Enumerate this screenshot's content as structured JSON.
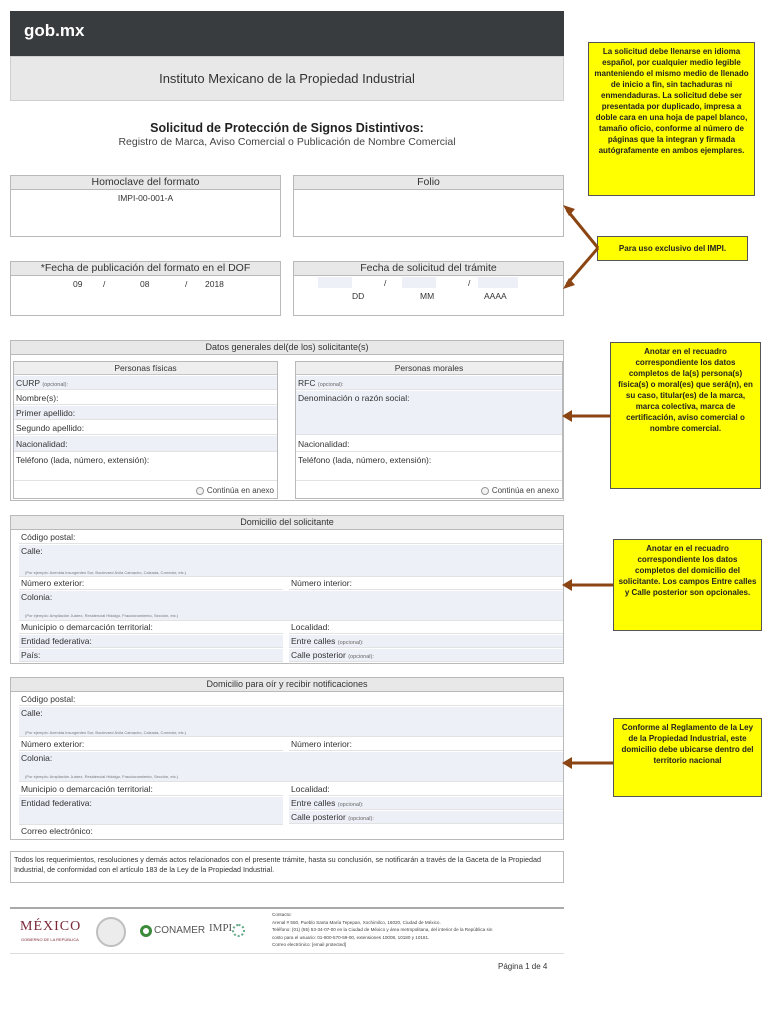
{
  "header": {
    "logo": "gob.mx",
    "institute": "Instituto Mexicano de la Propiedad Industrial"
  },
  "document": {
    "title": "Solicitud de Protección de Signos Distintivos:",
    "subtitle": "Registro de Marca, Aviso Comercial o Publicación de Nombre Comercial"
  },
  "boxes": {
    "homoclave": {
      "label": "Homoclave del formato",
      "value": "IMPI-00-001-A"
    },
    "folio": {
      "label": "Folio"
    },
    "fecha_dof": {
      "label": "*Fecha de publicación del formato en el DOF",
      "day": "09",
      "month": "08",
      "year": "2018",
      "sep": "/"
    },
    "fecha_solicitud": {
      "label": "Fecha de solicitud del trámite",
      "dd": "DD",
      "mm": "MM",
      "aaaa": "AAAA",
      "sep": "/"
    }
  },
  "datos_generales": {
    "title": "Datos generales del(de los) solicitante(s)",
    "fisicas": {
      "title": "Personas físicas",
      "curp": "CURP",
      "curp_opt": "(opcional):",
      "nombre": "Nombre(s):",
      "primer_apellido": "Primer apellido:",
      "segundo_apellido": "Segundo apellido:",
      "nacionalidad": "Nacionalidad:",
      "telefono": "Teléfono (lada, número, extensión):",
      "annex": "Continúa en anexo"
    },
    "morales": {
      "title": "Personas morales",
      "rfc": "RFC",
      "rfc_opt": "(opcional):",
      "denominacion": "Denominación o razón social:",
      "nacionalidad": "Nacionalidad:",
      "telefono": "Teléfono (lada, número, extensión):",
      "annex": "Continúa en anexo"
    }
  },
  "domicilio": {
    "title": "Domicilio del solicitante",
    "codigo_postal": "Código postal:",
    "calle": "Calle:",
    "calle_example": "(Por ejemplo: Avenida Insurgentes Sur, Boulevard Ávila Camacho, Calzada, Corredor, etc.)",
    "num_ext": "Número exterior:",
    "num_int": "Número interior:",
    "colonia": "Colonia:",
    "colonia_example": "(Por ejemplo: Ampliación Juárez, Residencial Hidalgo, Fraccionamiento, Sección, etc.)",
    "municipio": "Municipio o demarcación territorial:",
    "localidad": "Localidad:",
    "entidad": "Entidad federativa:",
    "entre_calles": "Entre calles",
    "entre_opt": "(opcional):",
    "pais": "País:",
    "calle_posterior": "Calle posterior",
    "posterior_opt": "(opcional):"
  },
  "notificaciones": {
    "title": "Domicilio para oír y recibir notificaciones",
    "codigo_postal": "Código postal:",
    "calle": "Calle:",
    "calle_example": "(Por ejemplo: Avenida Insurgentes Sur, Boulevard Ávila Camacho, Calzada, Corredor, etc.)",
    "num_ext": "Número exterior:",
    "num_int": "Número interior:",
    "colonia": "Colonia:",
    "colonia_example": "(Por ejemplo: Ampliación Juárez, Residencial Hidalgo, Fraccionamiento, Sección, etc.)",
    "municipio": "Municipio o demarcación territorial:",
    "localidad": "Localidad:",
    "entidad": "Entidad federativa:",
    "entre_calles": "Entre calles",
    "entre_opt": "(opcional):",
    "calle_posterior": "Calle posterior",
    "posterior_opt": "(opcional):",
    "correo": "Correo electrónico:"
  },
  "notice": "Todos los requerimientos, resoluciones y demás actos relacionados con el presente trámite, hasta su conclusión, se notificarán a través de la Gaceta de la Propiedad Industrial, de conformidad con el artículo 183 de la Ley de la Propiedad Industrial.",
  "footer": {
    "mexico": "MÉXICO",
    "gobierno": "GOBIERNO DE LA REPÚBLICA",
    "conamer": "CONAMER",
    "impi": "IMPI",
    "contact_title": "Contacto:",
    "contact_1": "Arenal # 550, Pueblo Santa María Tepepan, Xochimilco, 16020, Ciudad de México.",
    "contact_2": "Teléfono: (01) (55) 53-34-07-00 en la Ciudad de México y área metropolitana, del interior de la República sin",
    "contact_3": "costo para el usuario: 01-800-570-59-00, extensiones 10008, 10180 y 10181.",
    "contact_4": "Correo electrónico: [email protected]",
    "page": "Página 1 de 4"
  },
  "notes": {
    "n1": "La solicitud debe llenarse en idioma español, por cualquier medio legible manteniendo el mismo medio de llenado de inicio a fin, sin tachaduras ni enmendaduras. La solicitud debe ser presentada por duplicado, impresa a doble cara en una hoja de papel blanco, tamaño oficio, conforme al número de páginas que la integran y firmada autógrafamente en ambos ejemplares.",
    "n2": "Para uso exclusivo del IMPI.",
    "n3": "Anotar en el recuadro correspondiente los datos completos de la(s) persona(s) física(s) o moral(es) que será(n), en su caso, titular(es) de la marca, marca colectiva, marca de certificación, aviso comercial o nombre comercial.",
    "n4": "Anotar en el recuadro correspondiente los datos completos del domicilio del solicitante. Los campos Entre calles y Calle posterior son opcionales.",
    "n5": "Conforme al Reglamento de la Ley de la Propiedad Industrial, este domicilio debe ubicarse dentro del territorio nacional"
  },
  "colors": {
    "header": "#393c3f",
    "note": "#ffff00",
    "arrow": "#8b4513"
  }
}
